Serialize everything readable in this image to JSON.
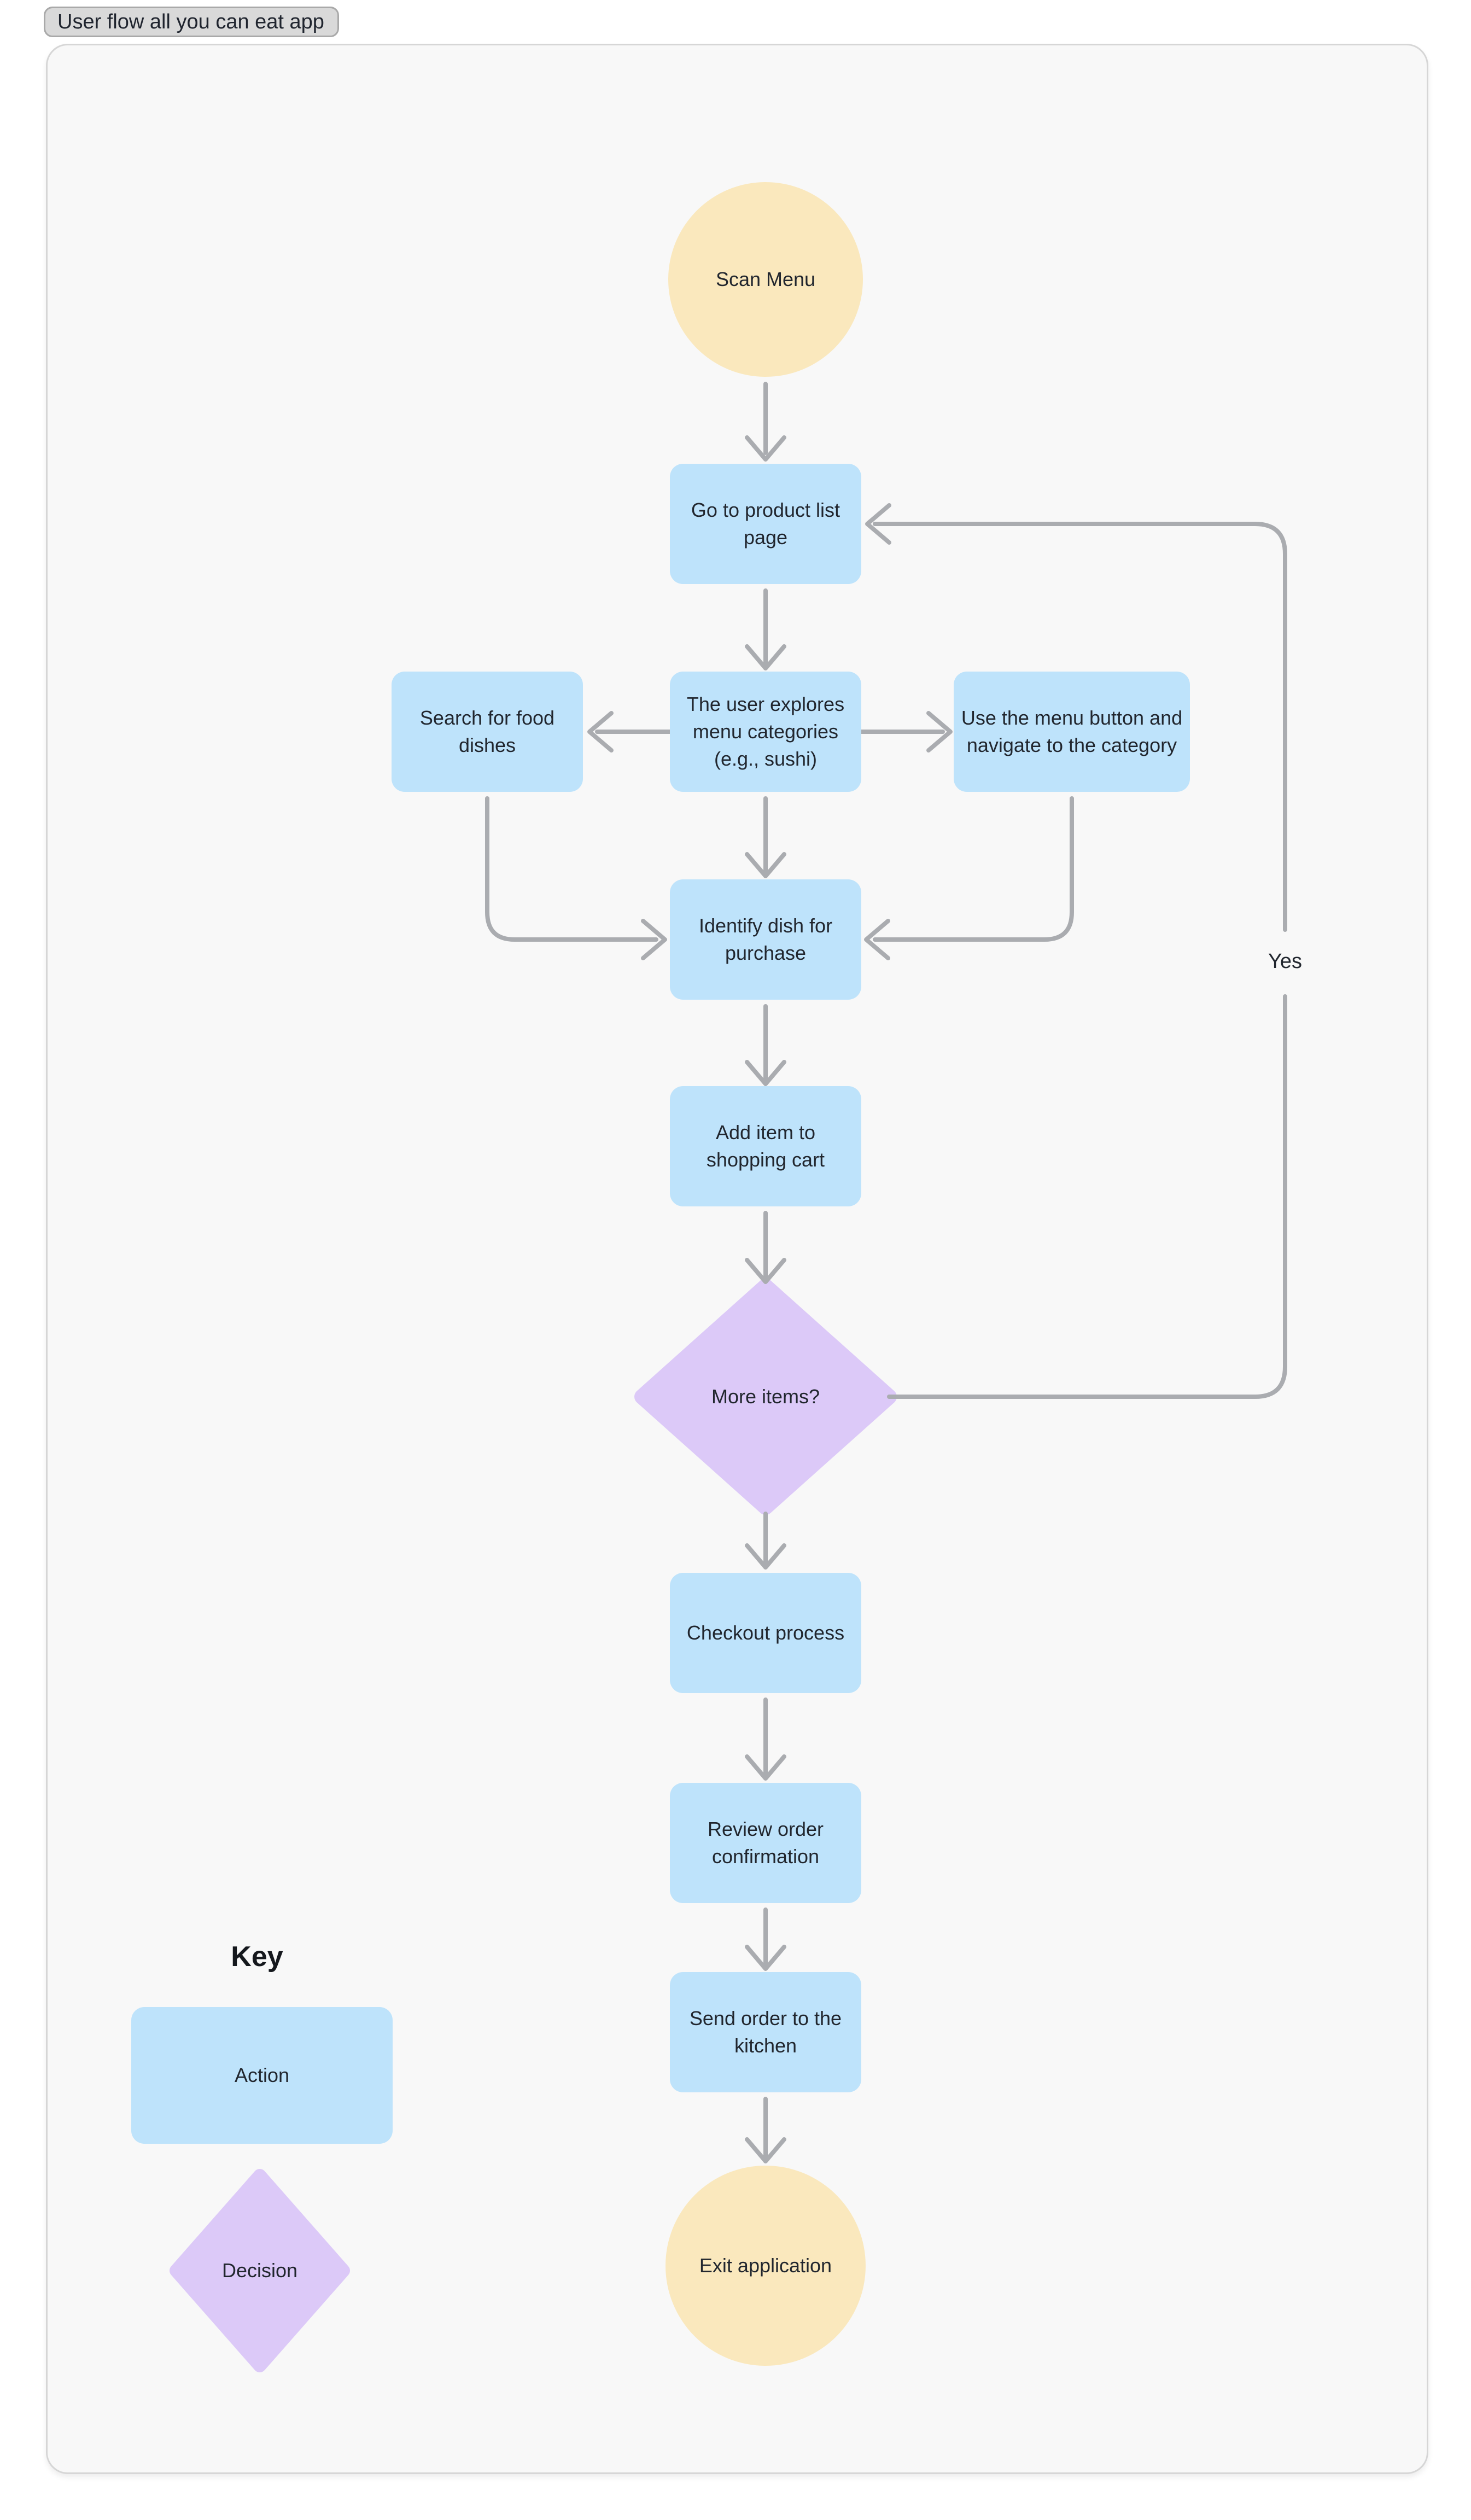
{
  "title_tab": {
    "label": "User flow all you can eat app"
  },
  "colors": {
    "action_fill": "#bee3fb",
    "terminator_fill": "#fae8bd",
    "decision_fill": "#dcc9f8",
    "connector": "#aaacb0",
    "board_background": "#f8f8f8",
    "board_border": "#d6d6d6",
    "tab_fill": "#d9d9d9",
    "text": "#21262e"
  },
  "nodes": {
    "scan_menu": {
      "type": "start-terminator",
      "label": "Scan Menu"
    },
    "product_list": {
      "type": "action",
      "label": "Go to product list\npage"
    },
    "search_dishes": {
      "type": "action",
      "label": "Search for food\ndishes"
    },
    "explore_categories": {
      "type": "action",
      "label": "The user explores\nmenu categories\n(e.g., sushi)"
    },
    "menu_button": {
      "type": "action",
      "label": "Use the menu button and\nnavigate to the category"
    },
    "identify_dish": {
      "type": "action",
      "label": "Identify dish for\npurchase"
    },
    "add_to_cart": {
      "type": "action",
      "label": "Add item to\nshopping cart"
    },
    "more_items": {
      "type": "decision",
      "label": "More items?"
    },
    "checkout": {
      "type": "action",
      "label": "Checkout process"
    },
    "review_order": {
      "type": "action",
      "label": "Review order\nconfirmation"
    },
    "send_order": {
      "type": "action",
      "label": "Send order to the\nkitchen"
    },
    "exit_app": {
      "type": "end-terminator",
      "label": "Exit application"
    }
  },
  "edge_labels": {
    "yes": "Yes"
  },
  "legend": {
    "title": "Key",
    "action_label": "Action",
    "decision_label": "Decision"
  }
}
